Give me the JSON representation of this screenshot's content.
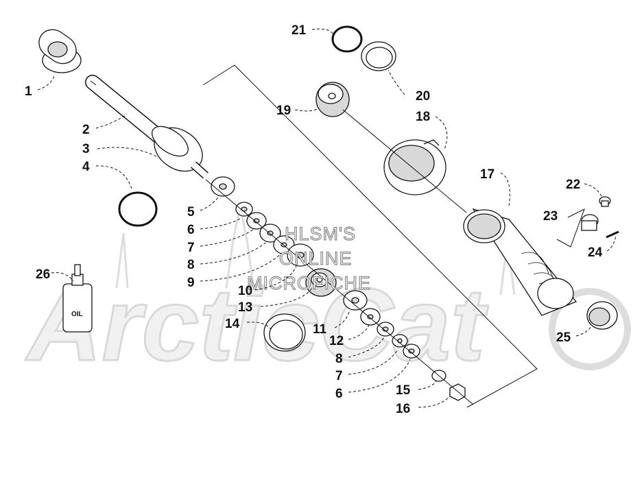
{
  "watermark": {
    "brand": "ArcticCat",
    "lines": [
      "HLSM'S",
      "ONLINE",
      "MICROFICHE"
    ]
  },
  "oil_label": "OIL",
  "callouts": {
    "c1": "1",
    "c2": "2",
    "c3": "3",
    "c4": "4",
    "c5": "5",
    "c6a": "6",
    "c7a": "7",
    "c8a": "8",
    "c9": "9",
    "c10": "10",
    "c11": "11",
    "c12": "12",
    "c13": "13",
    "c14": "14",
    "c15": "15",
    "c16": "16",
    "c17": "17",
    "c18": "18",
    "c19": "19",
    "c20": "20",
    "c21": "21",
    "c22": "22",
    "c23": "23",
    "c24": "24",
    "c25": "25",
    "c26": "26",
    "c8b": "8",
    "c7b": "7",
    "c6b": "6"
  },
  "colors": {
    "line": "#111111",
    "watermark": "#d9d9d9"
  }
}
